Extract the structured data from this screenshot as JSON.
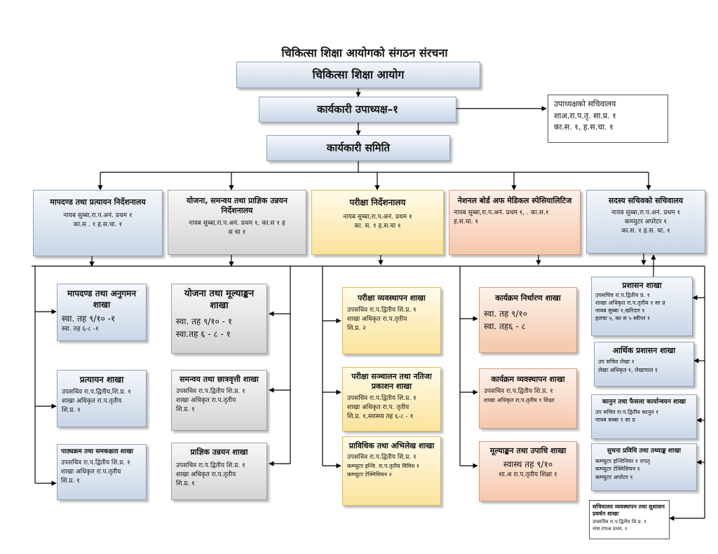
{
  "title": "चिकित्सा शिक्षा आयोगको संगठन संरचना",
  "colors": {
    "blue": "#c9d6e6",
    "gray": "#d4d4d4",
    "yellow": "#fbe39c",
    "peach": "#f6c7ab",
    "line": "#000000"
  },
  "top": {
    "commission": "चिकित्सा शिक्षा आयोग",
    "vice_chair": "कार्यकारी उपाध्यक्ष–१",
    "committee": "कार्यकारी समिति"
  },
  "vice_chair_secretariat": {
    "title": "उपाध्यक्षको सचिवालय",
    "lines": [
      "शाअ,रा.प.तृ. सा.प्र. १",
      "का.स. १,   ह.स.चा. १"
    ]
  },
  "directorates": [
    {
      "title": "मापदण्ड तथा प्रत्यायन निर्देशनालय",
      "lines": [
        "नायब सुब्बा,रा.प.अनं. प्रथम १",
        "का.स . १    ह.स.चा. १"
      ]
    },
    {
      "title": "योजना, समन्वय तथा प्राज्ञिक उन्नयन निर्देशनालय",
      "lines": [
        "नायब सुब्बा,रा.प.अनं. प्रथम १,  का.स १   ह",
        "स चा  १"
      ]
    },
    {
      "title": "परीक्षा निर्देशनालय",
      "lines": [
        "नायब सुब्बा,रा.प.अनं. प्रथम १",
        "का. स. १ ह.स.चा १"
      ]
    },
    {
      "title": "नेशनल बोर्ड अफ मेडिकल स्पेसियालिटिज",
      "lines": [
        "नायब सुब्बा,रा.प.अनं. प्रथम १, . का.स.१",
        "ह.स.चा. १"
      ]
    },
    {
      "title": "सदस्य सचिवको सचिवालय",
      "lines": [
        "नायब सुब्बा,रा.प.अनं. प्रथम १",
        "कम्प्युटर अपरेटर १",
        "का.स. १ ह.स. चा. १"
      ]
    }
  ],
  "col1": [
    {
      "title": "मापदण्ड तथा अनुगमन शाखा",
      "lines": [
        "स्वा. तह ९/१० -१",
        "स्वा. तह ६-८  -१"
      ]
    },
    {
      "title": "प्रत्यायन शाखा",
      "lines": [
        "उपसचिव रा.प.द्वितीय,शि.प्र. १",
        "शाखा अधिकृत रा.प.तृतीय",
        "शि.प्र.   १"
      ]
    },
    {
      "title": "पाठ्यक्रम तथा समकक्षता शाखा",
      "lines": [
        "उपसचिव रा.प.द्वितीय शि.प्र. १",
        "शाखा अधिकृत रा.प.तृतीय",
        "शि.प्र.   १"
      ]
    }
  ],
  "col2": [
    {
      "title": "योजना तथा मूल्याङ्कन शाखा",
      "lines": [
        "स्वा. तह ९/१० - १",
        "स्वा.तह ६ - ८ - १"
      ]
    },
    {
      "title": "समन्वय तथा छात्रवृत्ती शाखा",
      "lines": [
        "उपसचिव रा.प.द्वितीय शि.प्र. १",
        "शाखा अधिकृत रा.प.तृतीय",
        "शि.प्र.  १"
      ]
    },
    {
      "title": "प्राज्ञिक उन्नयन शाखा",
      "lines": [
        "उपसचिव रा.प.द्वितीय शि.प्र. १",
        "शाखा अधिकृत रा.प.तृतीय",
        "शि.प्र.  १"
      ]
    }
  ],
  "col3": [
    {
      "title": "परीक्षा व्यवस्थापन शाखा",
      "lines": [
        "उपसचिव रा.प.द्वितीय शि.प्र. १",
        "शाखा अधिकृत रा.प.तृतीय",
        "शि.प्र.   २"
      ]
    },
    {
      "title": "परीक्षा सञ्चालन तथा नतिजा प्रकाशन शाखा",
      "lines": [
        "उपसचिव रा.प.द्वितीय शि.प्र. १",
        "शाखा अधिकृत रा.प. तृतीय",
        "शि.प्र. १,स्वास्थ्य तह ६-८ - १"
      ]
    },
    {
      "title": "प्राविधिक तथा अभिलेख शाखा",
      "lines": [
        "उपसचिव रा.प.द्वितीय शि.प्र. १",
        "कम्प्युटर इन्जि. रा.प.तृतीय विविध १",
        "कम्प्युटर टेक्निसियन   २"
      ]
    }
  ],
  "col4": [
    {
      "title": "कार्यक्रम निर्धारण शाखा",
      "lines": [
        "स्वा. तह ९/१०",
        "स्वा. तह६ - ८"
      ]
    },
    {
      "title": "कार्यक्रम व्यवस्थापन शाखा",
      "lines": [
        "उपसचिव रा.प.द्वितीय शि.प्र. १",
        "शाखा अधिकृत रा.प.तृतीय १ शिक्षा"
      ]
    },
    {
      "title": "मूल्याङ्कन तथा उपाधि शाखा",
      "lines": [
        "स्वास्थ तह ९/१०",
        "शा.अ रा.प.तृतीय   शिक्षा १"
      ]
    }
  ],
  "col5": [
    {
      "title": "प्रशासन शाखा",
      "lines": [
        "उपसचिव रा.प.द्वितीय प्र. १",
        "शाखा अधिकृत रा.प.तृतीय १ सा प्र",
        "नायब सुब्बा २,खरिदार   १",
        "हलचा ५, का स ५ स्वीपर १"
      ]
    },
    {
      "title": "आर्थिक प्रशासन शाखा",
      "lines": [
        "उप सचिव लेखा १",
        "लेखा अधिकृत १, लेखापाल    १"
      ]
    },
    {
      "title": "कानुन तथा फैसला कार्यान्वयन शाखा",
      "lines": [
        "उप सचिव रा.प.द्वितीय कानुन १",
        "नायब सब्बा १ सा प्र"
      ]
    },
    {
      "title": "सुचना प्रविधि तथा तथ्याङ्क शाखा",
      "lines": [
        "कम्प्युटर इन्जिनियर १ रापतृ",
        "कम्प्युटर टेक्निसियन   १",
        "कम्प्युटर अपरेटर १"
      ]
    },
    {
      "title": "सचिवालय व्यवस्थापन तथा सुशासन प्रवर्धन  शाखा",
      "lines": [
        "उपसचिव रा.प.द्वितीय शि.प्र. १",
        "नास.रापअ प्रथम. १"
      ]
    }
  ]
}
